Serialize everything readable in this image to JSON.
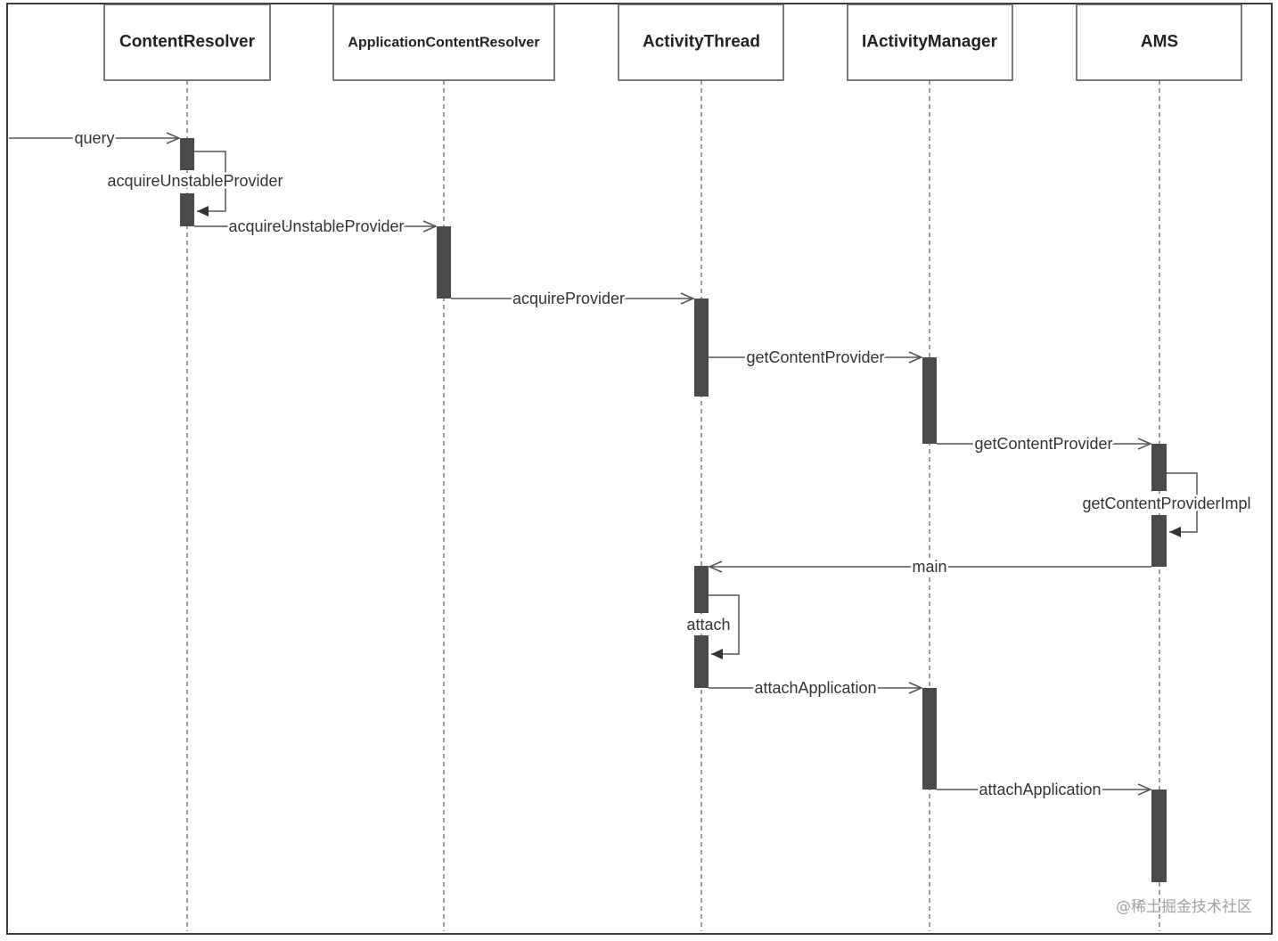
{
  "participants": [
    {
      "name": "ContentResolver"
    },
    {
      "name": "ApplicationContentResolver"
    },
    {
      "name": "ActivityThread"
    },
    {
      "name": "IActivityManager"
    },
    {
      "name": "AMS"
    }
  ],
  "messages": [
    {
      "label": "query"
    },
    {
      "label": "acquireUnstableProvider"
    },
    {
      "label": "acquireUnstableProvider"
    },
    {
      "label": "acquireProvider"
    },
    {
      "label": "getContentProvider"
    },
    {
      "label": "getContentProvider"
    },
    {
      "label": "getContentProviderImpl"
    },
    {
      "label": "main"
    },
    {
      "label": "attach"
    },
    {
      "label": "attachApplication"
    },
    {
      "label": "attachApplication"
    }
  ],
  "watermark": "@稀土掘金技术社区"
}
